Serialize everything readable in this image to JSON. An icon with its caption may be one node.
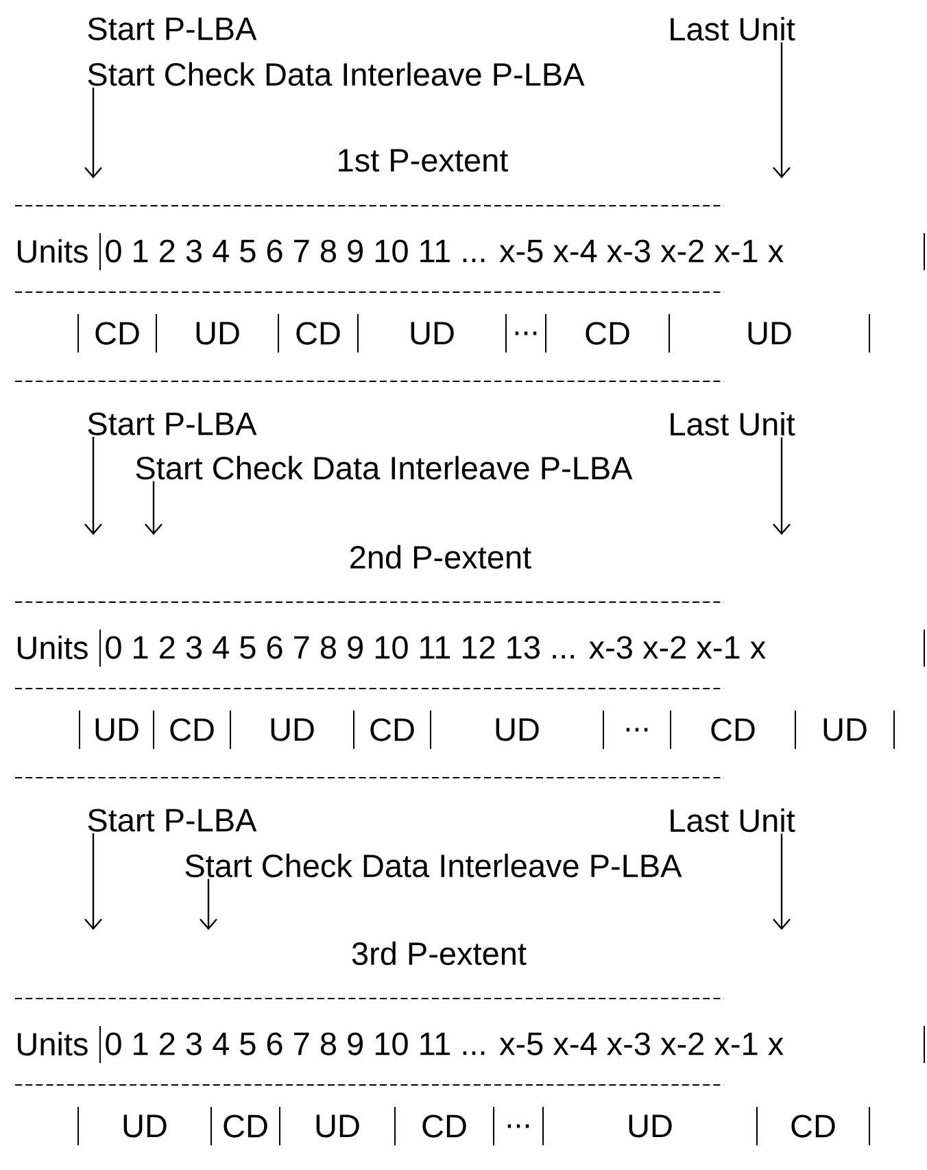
{
  "diagram": {
    "nodes": [
      {
        "text": [
          "Start P-LBA"
        ]
      },
      {
        "text": [
          "Last Unit"
        ]
      },
      {
        "text": [
          "Start Check Data Interleave P-LBA"
        ]
      },
      {
        "text": [
          "Start P-LBA"
        ]
      },
      {
        "text": [
          "Last Unit"
        ]
      },
      {
        "text": [
          "Start Check Data Interleave P-LBA"
        ]
      },
      {
        "text": [
          "Start P-LBA"
        ]
      },
      {
        "text": [
          "Last Unit"
        ]
      },
      {
        "text": [
          "Start Check Data Interleave P-LBA"
        ]
      }
    ],
    "edges": [
      {
        "from": 2,
        "to": null,
        "arrow": "to"
      },
      {
        "from": 1,
        "to": null,
        "arrow": "to"
      },
      {
        "from": 3,
        "to": null,
        "arrow": "to"
      },
      {
        "from": 5,
        "to": null,
        "arrow": "to"
      },
      {
        "from": 4,
        "to": null,
        "arrow": "to"
      },
      {
        "from": 6,
        "to": null,
        "arrow": "to"
      },
      {
        "from": 8,
        "to": null,
        "arrow": "to"
      },
      {
        "from": 7,
        "to": null,
        "arrow": "to"
      }
    ],
    "labels": [
      "1st P-extent",
      "Units",
      "0 1 2 3 4 5 6 7 8 9 10 11 ... x-5 x-4 x-3 x-2 x-1 x",
      "CD",
      "UD",
      "CD",
      "UD",
      "...",
      "CD",
      "UD",
      "2nd P-extent",
      "Units",
      "0 1 2 3 4 5 6 7 8 9 10 11 12 13 ... x-3 x-2 x-1 x",
      "UD",
      "CD",
      "UD",
      "CD",
      "UD",
      "...",
      "CD",
      "UD",
      "3rd P-extent",
      "Units",
      "0 1 2 3 4 5 6 7 8 9 10 11 ... x-5 x-4 x-3 x-2 x-1 x",
      "UD",
      "CD",
      "UD",
      "CD",
      "...",
      "UD",
      "CD"
    ]
  }
}
